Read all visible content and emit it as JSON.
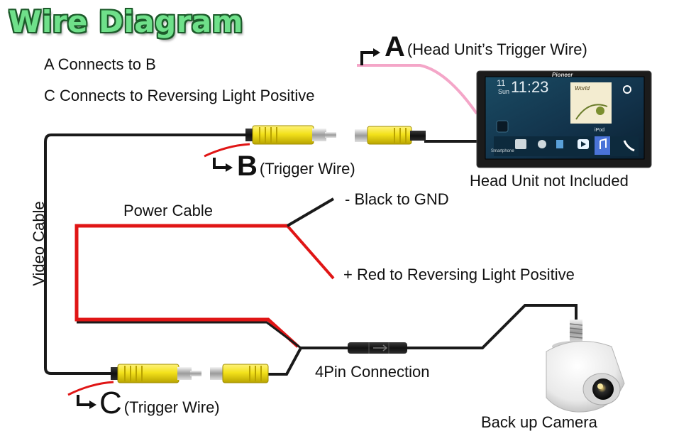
{
  "title": "Wire Diagram",
  "notes": [
    "A Connects to B",
    "C Connects to Reversing Light Positive"
  ],
  "labels": {
    "a_letter": "A",
    "a_text": "(Head Unit’s Trigger Wire)",
    "b_letter": "B",
    "b_text": "(Trigger Wire)",
    "c_letter": "C",
    "c_text": "(Trigger Wire)",
    "head_unit": "Head Unit not Included",
    "video_cable": "Video Cable",
    "power_cable": "Power Cable",
    "black_gnd": "- Black to GND",
    "red_positive": "+ Red to Reversing Light Positive",
    "four_pin": "4Pin Connection",
    "camera": "Back up Camera"
  },
  "head_unit_screen": {
    "brand": "Pioneer",
    "day": "Sun",
    "date": "11",
    "time": "11:23",
    "album_text": "World",
    "source": "iPod",
    "app_label": "Smartphone"
  },
  "colors": {
    "title_fill": "#6fe08a",
    "title_outline": "#1c5a2a",
    "connector_yellow": "#f3e21b",
    "wire_red": "#e01515",
    "wire_black": "#1a1a1a",
    "trigger_pink": "#f4a6c8"
  }
}
